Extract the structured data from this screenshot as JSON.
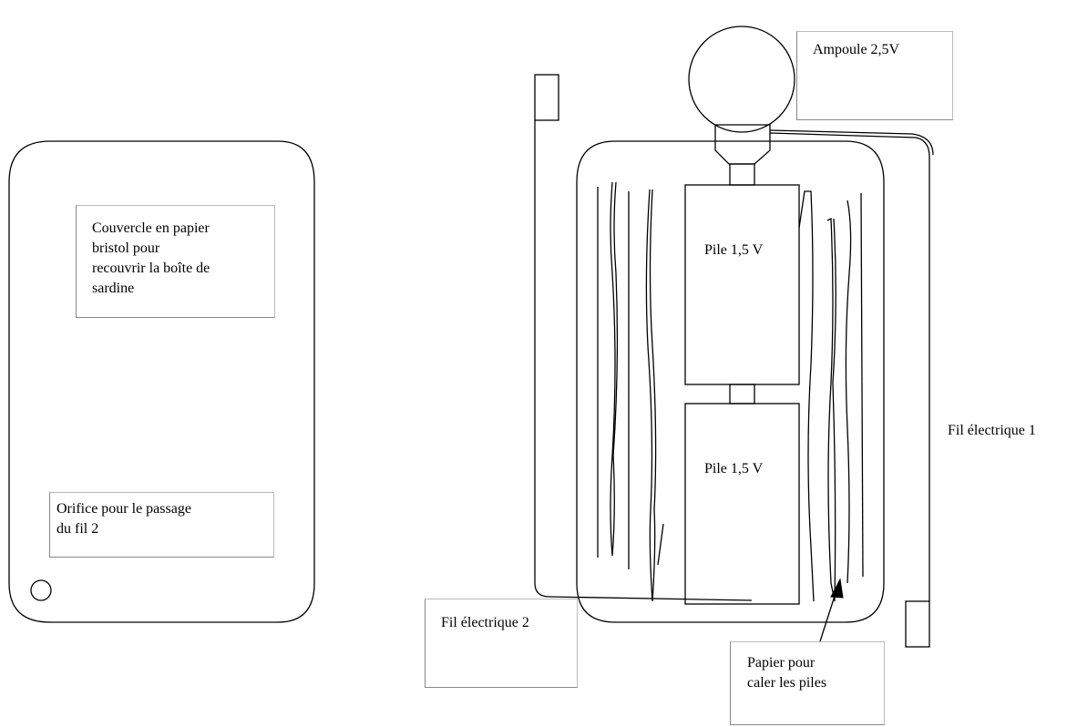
{
  "lid": {
    "description_label": "Couvercle en papier\nbristol pour\nrecouvrir la boîte de\nsardine",
    "hole_label": "Orifice pour le passage\ndu fil 2"
  },
  "assembly": {
    "bulb_label": "Ampoule 2,5V",
    "battery_top_label": "Pile 1,5 V",
    "battery_bottom_label": "Pile 1,5 V",
    "wire1_label": "Fil électrique 1",
    "wire2_label": "Fil électrique 2",
    "paper_label": "Papier pour\ncaler les piles"
  },
  "colors": {
    "stroke": "#000000",
    "box_border": "#888888"
  }
}
